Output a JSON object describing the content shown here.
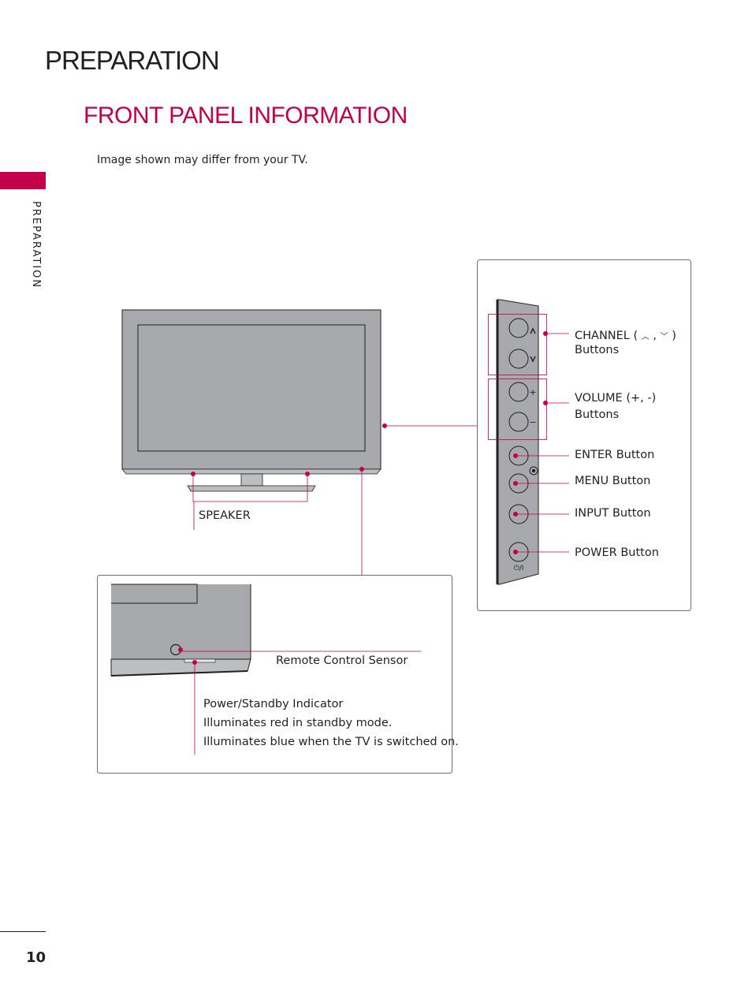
{
  "page": {
    "heading": "PREPARATION",
    "side_tab": "PREPARATION",
    "page_number": "10"
  },
  "section": {
    "title": "FRONT PANEL INFORMATION",
    "note": "Image shown may differ from your TV."
  },
  "tv_callouts": {
    "speaker": "SPEAKER"
  },
  "side_panel": {
    "channel_label": "CHANNEL ( ",
    "channel_sep": " , ",
    "channel_close": " )",
    "channel_sub": "Buttons",
    "volume_label": "VOLUME (+, -)",
    "volume_sub": "Buttons",
    "enter": "ENTER Button",
    "menu": "MENU Button",
    "input": "INPUT Button",
    "power": "POWER Button",
    "plus_glyph": "+",
    "minus_glyph": "−",
    "power_glyph": "⏻/I"
  },
  "detail_panel": {
    "remote_sensor": "Remote Control Sensor",
    "indicator_title": "Power/Standby Indicator",
    "indicator_line1": "Illuminates red in standby mode.",
    "indicator_line2": "Illuminates blue when the TV is switched on."
  },
  "colors": {
    "accent": "#c4004a",
    "panel_gray": "#a7a9ac",
    "text": "#231f20"
  }
}
